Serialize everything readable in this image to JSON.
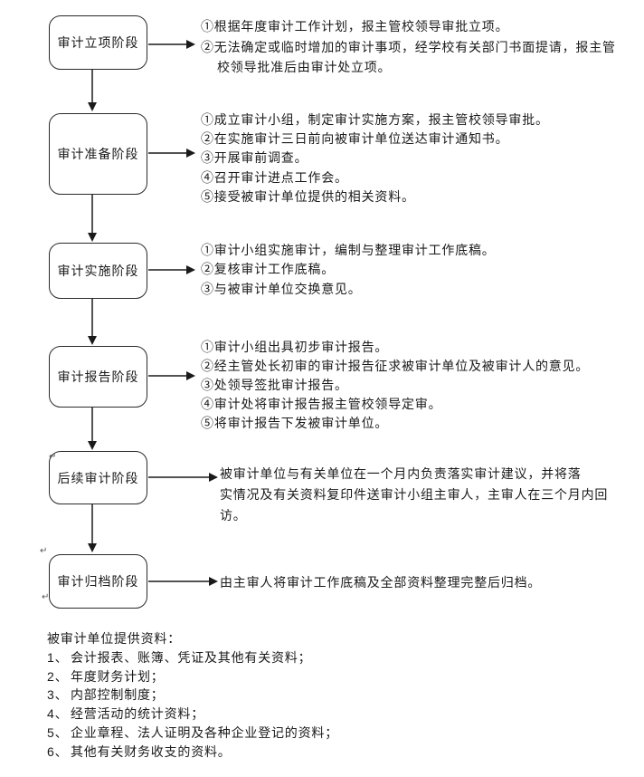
{
  "colors": {
    "background": "#ffffff",
    "ink": "#1a1a1a",
    "box_border": "#2a2a2a"
  },
  "flowchart": {
    "stages": [
      {
        "label": "审计立项阶段",
        "notes": [
          "①根据年度审计工作计划，报主管校领导审批立项。",
          "②无法确定或临时增加的审计事项，经学校有关部门书面提请，报主管",
          "校领导批准后由审计处立项。"
        ]
      },
      {
        "label": "审计准备阶段",
        "notes": [
          "①成立审计小组，制定审计实施方案，报主管校领导审批。",
          "②在实施审计三日前向被审计单位送达审计通知书。",
          "③开展审前调查。",
          "④召开审计进点工作会。",
          "⑤接受被审计单位提供的相关资料。"
        ]
      },
      {
        "label": "审计实施阶段",
        "notes": [
          "①审计小组实施审计，编制与整理审计工作底稿。",
          "②复核审计工作底稿。",
          "③与被审计单位交换意见。"
        ]
      },
      {
        "label": "审计报告阶段",
        "notes": [
          "①审计小组出具初步审计报告。",
          "②经主管处长初审的审计报告征求被审计单位及被审计人的意见。",
          "③处领导签批审计报告。",
          "④审计处将审计报告报主管校领导定审。",
          "⑤将审计报告下发被审计单位。"
        ]
      },
      {
        "label": "后续审计阶段",
        "notes": [
          "被审计单位与有关单位在一个月内负责落实审计建议，并将落",
          "实情况及有关资料复印件送审计小组主审人，主审人在三个月内回",
          "访。"
        ]
      },
      {
        "label": "审计归档阶段",
        "notes": [
          "由主审人将审计工作底稿及全部资料整理完整后归档。"
        ]
      }
    ]
  },
  "materials": {
    "title": "被审计单位提供资料：",
    "items": [
      {
        "num": "1、",
        "text": "会计报表、账簿、凭证及其他有关资料；"
      },
      {
        "num": "2、",
        "text": "年度财务计划；"
      },
      {
        "num": "3、",
        "text": "内部控制制度；"
      },
      {
        "num": "4、",
        "text": "经营活动的统计资料；"
      },
      {
        "num": "5、",
        "text": "企业章程、法人证明及各种企业登记的资料；"
      },
      {
        "num": "6、",
        "text": "其他有关财务收支的资料。"
      }
    ]
  },
  "artifacts": {
    "return_mark": "↵"
  }
}
